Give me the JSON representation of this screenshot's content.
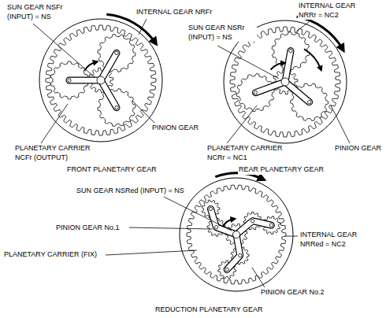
{
  "diagram": {
    "labels": [
      "SUN GEAR NSFr (INPUT) = NS",
      "INTERNAL GEAR NRFr",
      "PINION GEAR",
      "PLANETARY CARRIER NCFr (OUTPUT)",
      "FRONT PLANETARY GEAR",
      "INTERNAL GEAR NRRr = NC2",
      "SUN GEAR NSRr (INPUT) = NS",
      "PLANETARY CARRIER NCRr = NC1",
      "PINION GEAR",
      "REAR PLANETARY GEAR",
      "SUN GEAR NSRed (INPUT) = NS",
      "PINION GEAR No.1",
      "INTERNAL GEAR NRRed = NC2",
      "PLANETARY CARRIER (FIX)",
      "PINION GEAR No.2",
      "REDUCTION PLANETARY GEAR"
    ]
  }
}
